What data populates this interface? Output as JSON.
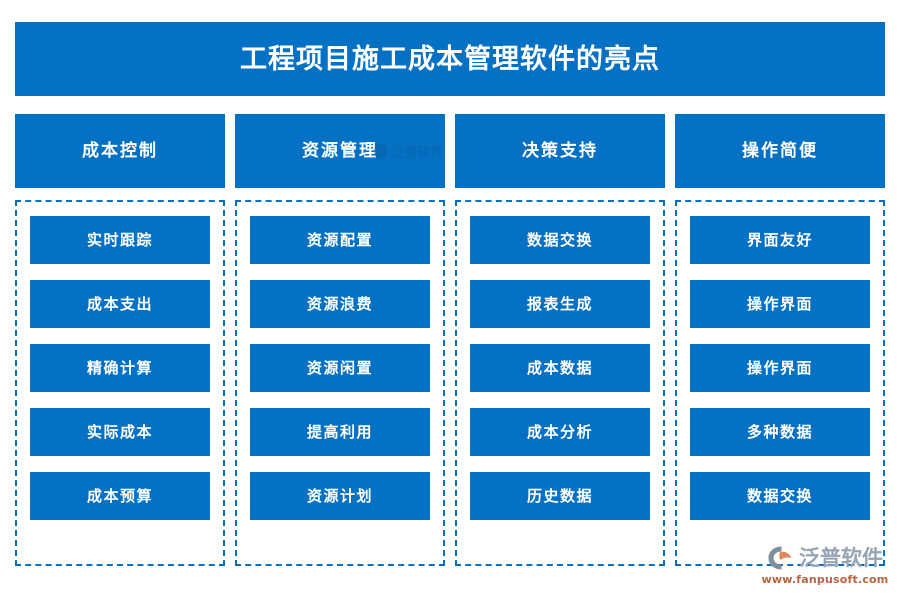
{
  "title": {
    "text": "工程项目施工成本管理软件的亮点"
  },
  "colors": {
    "primary_blue": "#0571c4",
    "background": "#ffffff",
    "dashed_border": "#0571c4",
    "text_on_blue": "#ffffff",
    "logo_text": "#95a3b3",
    "logo_url": "#b8643c"
  },
  "columns": [
    {
      "header": "成本控制",
      "has_watermark": false,
      "items": [
        "实时跟踪",
        "成本支出",
        "精确计算",
        "实际成本",
        "成本预算"
      ]
    },
    {
      "header": "资源管理",
      "has_watermark": true,
      "items": [
        "资源配置",
        "资源浪费",
        "资源闲置",
        "提高利用",
        "资源计划"
      ]
    },
    {
      "header": "决策支持",
      "has_watermark": false,
      "items": [
        "数据交换",
        "报表生成",
        "成本数据",
        "成本分析",
        "历史数据"
      ]
    },
    {
      "header": "操作简便",
      "has_watermark": false,
      "items": [
        "界面友好",
        "操作界面",
        "操作界面",
        "多种数据",
        "数据交换"
      ]
    }
  ],
  "logo": {
    "name": "泛普软件",
    "url": "www.fanpusoft.com",
    "mark": "fanpu-swirl-icon"
  },
  "watermark": {
    "name": "泛普软件"
  }
}
